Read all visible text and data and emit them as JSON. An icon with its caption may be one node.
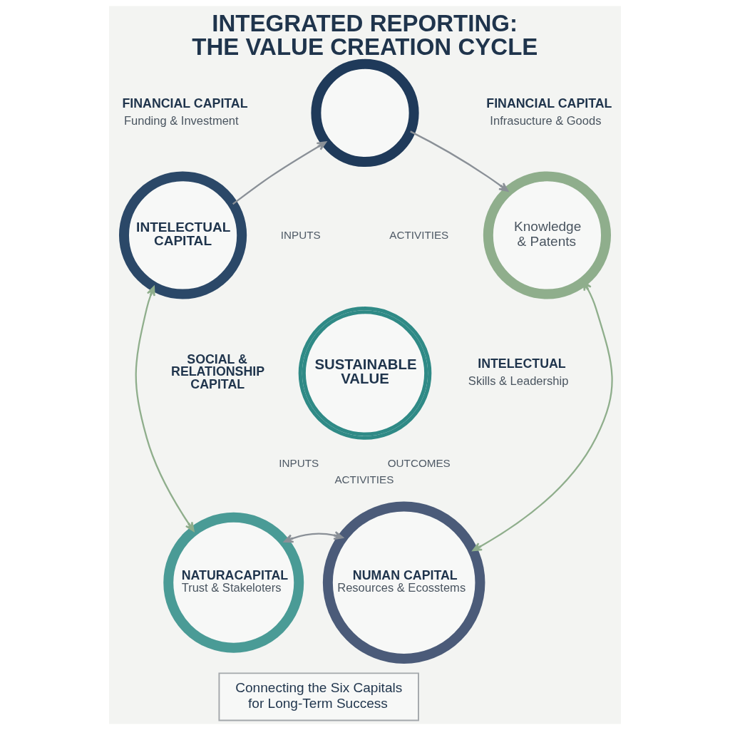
{
  "diagram": {
    "title": "INTEGRATED REPORTING: THE VALUE CREATION CYCLE",
    "nodes": [
      {
        "text": [],
        "shape": "circle"
      },
      {
        "text": [
          "INTELECTUAL CAPITAL"
        ]
      },
      {
        "text": [
          "Knowledge & Patents"
        ]
      },
      {
        "text": [
          "SUSTAINABLE VALUE"
        ]
      },
      {
        "text": [
          "NATURACAPITAL",
          "Trust & Stakeloters"
        ]
      },
      {
        "text": [
          "NUMAN CAPITAL",
          "Resources & Ecosstems"
        ]
      },
      {
        "text": [
          "Connecting the Six Capitals for Long-Term Success"
        ]
      }
    ],
    "edges": [
      {
        "from": 1,
        "to": 0,
        "arrow": "to"
      },
      {
        "from": 0,
        "to": 2,
        "arrow": "to"
      },
      {
        "from": 2,
        "to": 5,
        "arrow": "both",
        "color": "#8fae8c"
      },
      {
        "from": 4,
        "to": 5,
        "arrow": "both"
      },
      {
        "from": 1,
        "to": 4,
        "arrow": "both",
        "color": "#8fae8c"
      }
    ],
    "labels": [
      "FINANCIAL CAPITAL",
      "Funding & Investment",
      "FINANCIAL CAPITAL",
      "Infrasucture & Goods",
      "INPUTS",
      "ACTIVITIES",
      "SOCIAL & RELATIONSHIP CAPITAL",
      "INTELECTUAL",
      "Skills & Leadership",
      "INPUTS",
      "OUTCOMES",
      "ACTIVITIES"
    ]
  }
}
